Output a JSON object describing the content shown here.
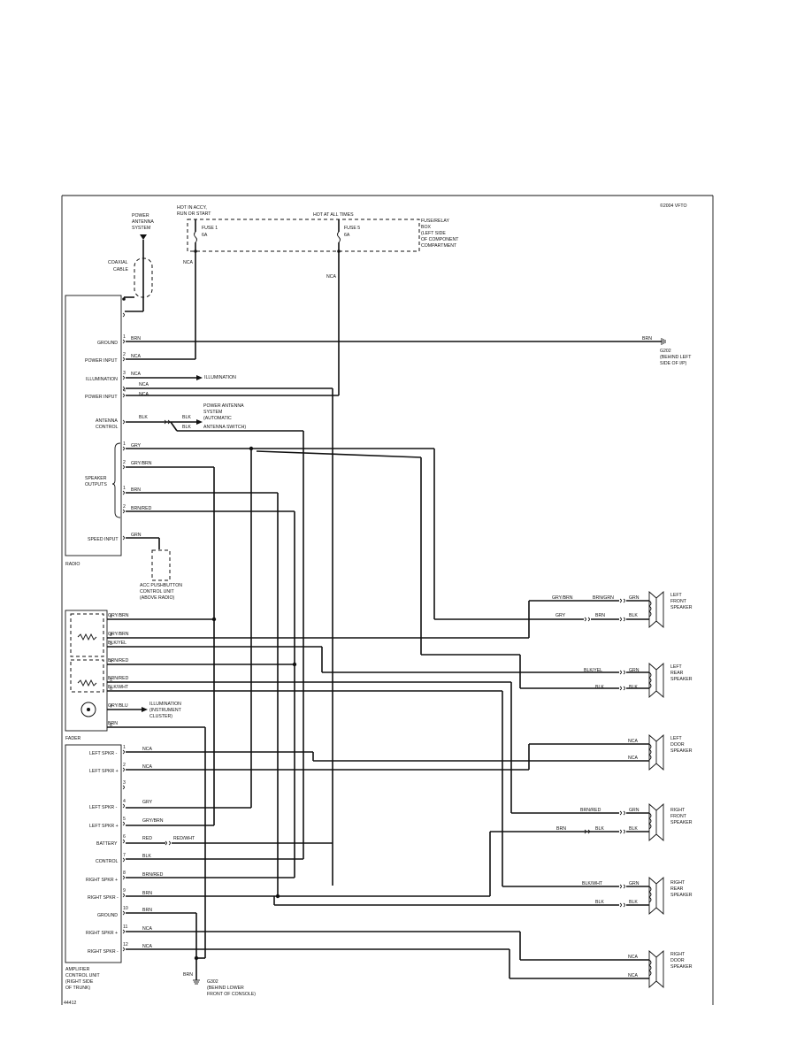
{
  "copyright": "©2004 VFTO",
  "page_code": "44412",
  "fuse_box": {
    "hot_acc_1": "HOT IN ACCY,",
    "hot_acc_2": "RUN OR START",
    "hot_all": "HOT AT ALL TIMES",
    "fuse1_name": "FUSE 1",
    "fuse1_amp": "6A",
    "fuse5_name": "FUSE 5",
    "fuse5_amp": "6A",
    "loc_1": "FUSE/RELAY",
    "loc_2": "BOX",
    "loc_3": "(LEFT SIDE",
    "loc_4": "OF COMPONENT",
    "loc_5": "COMPARTMENT"
  },
  "power_antenna": {
    "line1": "POWER",
    "line2": "ANTENNA",
    "line3": "SYSTEM"
  },
  "coax": {
    "line1": "COAXIAL",
    "line2": "CABLE"
  },
  "radio": {
    "label": "RADIO",
    "ground": "GROUND",
    "power_input": "POWER INPUT",
    "illumination": "ILLUMINATION",
    "power_input2": "POWER INPUT",
    "antenna_control_1": "ANTENNA",
    "antenna_control_2": "CONTROL",
    "speaker_outputs_1": "SPEAKER",
    "speaker_outputs_2": "OUTPUTS",
    "speed_input": "SPEED INPUT"
  },
  "pins": {
    "p1": "1",
    "p2": "2",
    "p3": "3",
    "p4": "4",
    "p5": "5",
    "p6": "6",
    "p7": "7",
    "p8": "8",
    "p9": "9",
    "p10": "10",
    "p11": "11",
    "p12": "12"
  },
  "wires": {
    "brn": "BRN",
    "nca": "NCA",
    "blk": "BLK",
    "gry": "GRY",
    "gry_brn": "GRY/BRN",
    "brn_red": "BRN/RED",
    "grn": "GRN",
    "blk_yel": "BLK/YEL",
    "blk_wht": "BLK/WHT",
    "gry_blu": "GRY/BLU",
    "red": "RED",
    "red_wht": "RED/WHT",
    "brn_grn": "BRN/GRN"
  },
  "g202": {
    "name": "G202",
    "loc_1": "(BEHIND LEFT",
    "loc_2": "SIDE OF I/P)"
  },
  "illumination_out": "ILLUMINATION",
  "antenna_switch": {
    "line1": "POWER ANTENNA",
    "line2": "SYSTEM",
    "line3": "(AUTOMATIC",
    "line4": "ANTENNA SWITCH)"
  },
  "acc_unit": {
    "line1": "ACC PUSHBUTTON",
    "line2": "CONTROL UNIT",
    "line3": "(ABOVE RADIO)"
  },
  "fader": {
    "label": "FADER",
    "illum_1": "ILLUMINATION",
    "illum_2": "(INSTRUMENT",
    "illum_3": "CLUSTER)"
  },
  "amplifier": {
    "left_spkr_minus": "LEFT SPKR -",
    "left_spkr_plus": "LEFT SPKR +",
    "battery": "BATTERY",
    "control": "CONTROL",
    "right_spkr_plus": "RIGHT SPKR +",
    "right_spkr_minus": "RIGHT SPKR -",
    "ground": "GROUND",
    "label_1": "AMPLIFIER",
    "label_2": "CONTROL UNIT",
    "label_3": "(RIGHT SIDE",
    "label_4": "OF TRUNK)"
  },
  "g302": {
    "name": "G302",
    "loc_1": "(BEHIND LOWER",
    "loc_2": "FRONT OF CONSOLE)"
  },
  "speakers": {
    "left_front": [
      "LEFT",
      "FRONT",
      "SPEAKER"
    ],
    "left_rear": [
      "LEFT",
      "REAR",
      "SPEAKER"
    ],
    "left_door": [
      "LEFT",
      "DOOR",
      "SPEAKER"
    ],
    "right_front": [
      "RIGHT",
      "FRONT",
      "SPEAKER"
    ],
    "right_rear": [
      "RIGHT",
      "REAR",
      "SPEAKER"
    ],
    "right_door": [
      "RIGHT",
      "DOOR",
      "SPEAKER"
    ]
  }
}
